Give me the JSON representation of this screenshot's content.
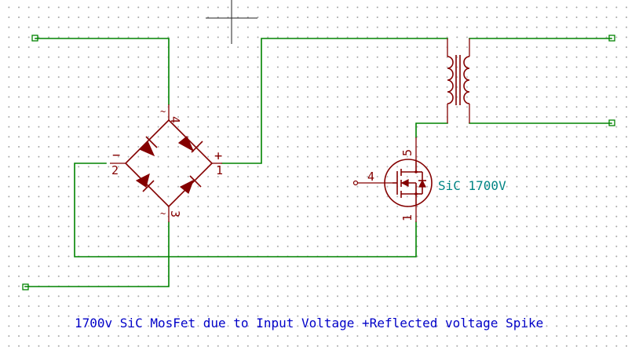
{
  "bridge": {
    "pin_ac1": "4",
    "pin_ac2": "3",
    "pin_neg": "2",
    "pin_pos": "1",
    "sign_neg": "−",
    "sign_pos": "+",
    "ac_mark": "~"
  },
  "mosfet": {
    "pin_gate": "4",
    "pin_drain": "5",
    "pin_source": "1",
    "value": "SiC 1700V"
  },
  "note": "1700v SiC MosFet due to Input Voltage +Reflected voltage Spike",
  "colors": {
    "wire": "#008400",
    "symbol": "#840000",
    "value_text": "#008484",
    "note_text": "#0000c8"
  }
}
